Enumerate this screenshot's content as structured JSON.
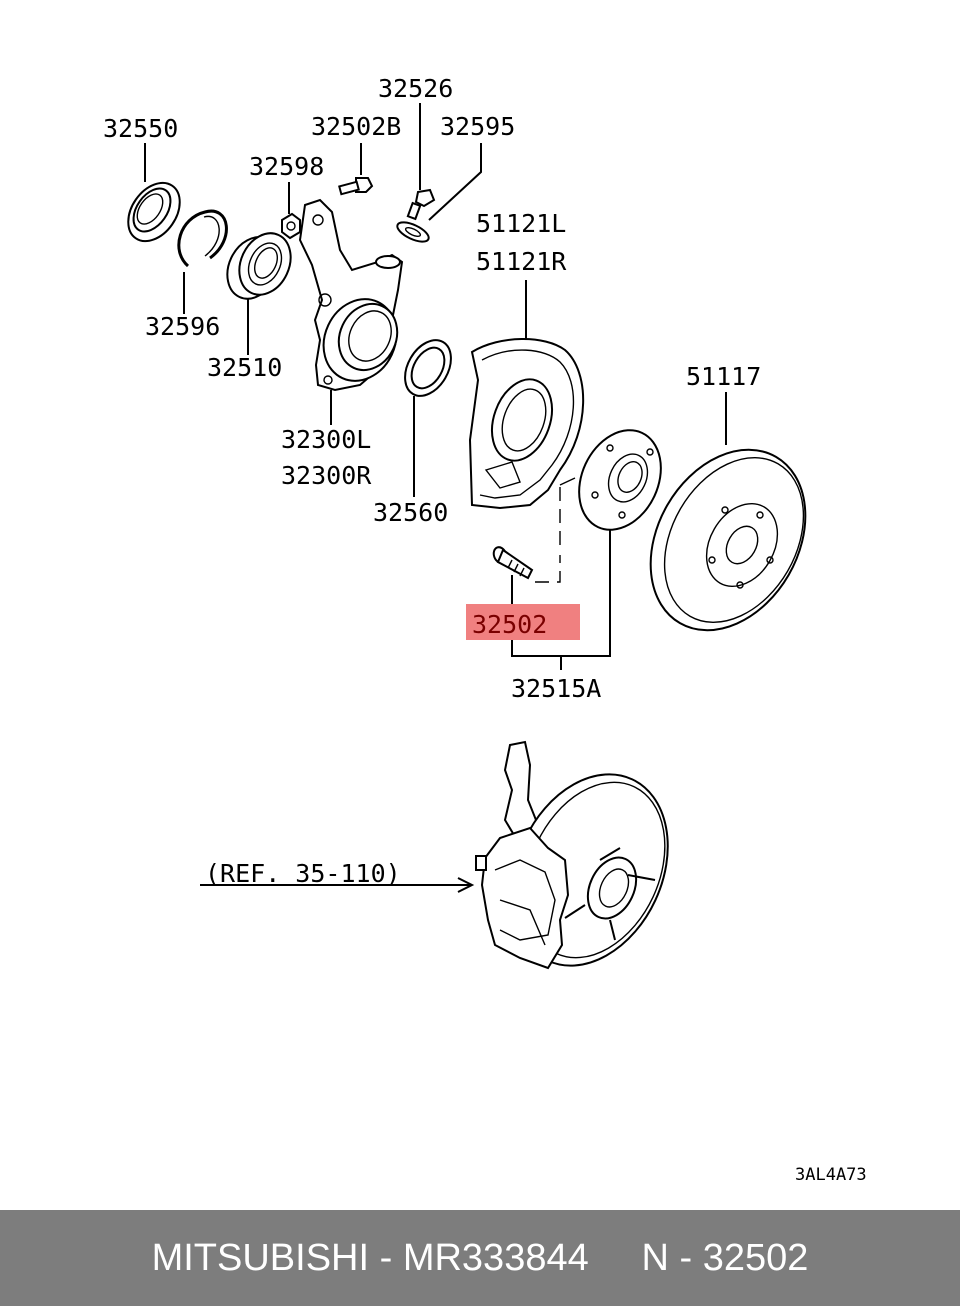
{
  "diagram": {
    "labels": {
      "p32526": "32526",
      "p32550": "32550",
      "p32502B": "32502B",
      "p32595": "32595",
      "p32598": "32598",
      "p51121L": "51121L",
      "p51121R": "51121R",
      "p32596": "32596",
      "p32510": "32510",
      "p51117": "51117",
      "p32300L": "32300L",
      "p32300R": "32300R",
      "p32560": "32560",
      "p32502": "32502",
      "p32515A": "32515A",
      "ref": "(REF. 35-110)",
      "code": "3AL4A73"
    },
    "highlight_color": "#f08080"
  },
  "footer": {
    "text": "MITSUBISHI - MR333844     N - 32502",
    "background": "#7d7d7d"
  }
}
